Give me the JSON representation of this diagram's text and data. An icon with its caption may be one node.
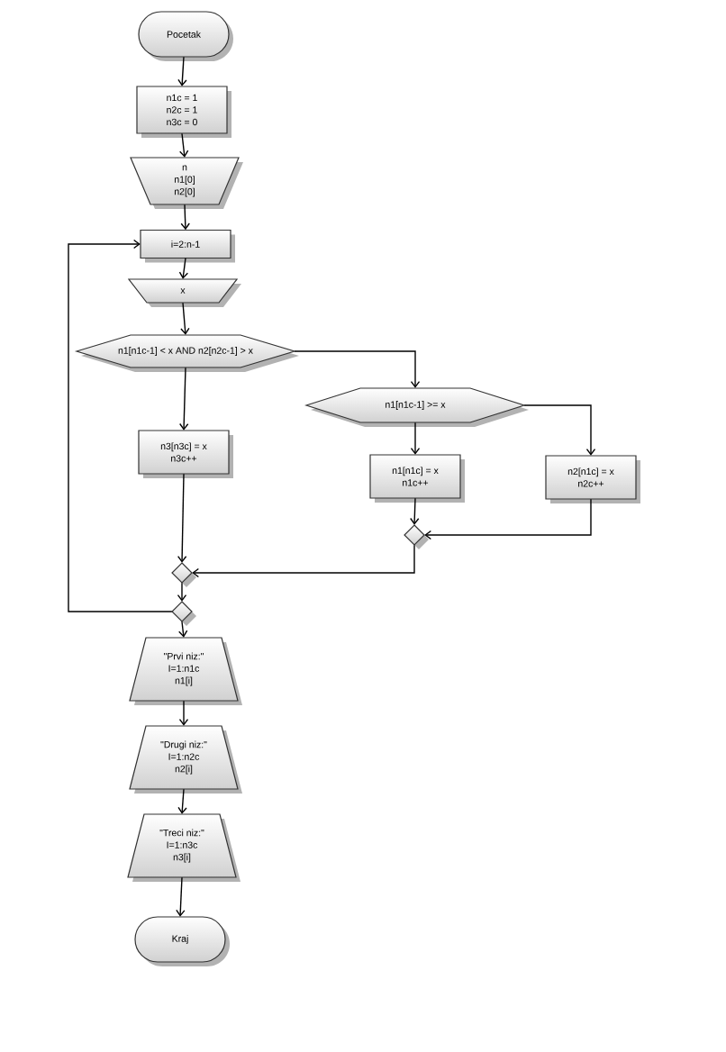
{
  "diagram": {
    "nodes": [
      {
        "text": [
          "Pocetak"
        ]
      },
      {
        "text": [
          "n1c = 1",
          "n2c = 1",
          "n3c = 0"
        ]
      },
      {
        "text": [
          "n",
          "n1[0]",
          "n2[0]"
        ]
      },
      {
        "text": [
          "i=2:n-1"
        ]
      },
      {
        "text": [
          "x"
        ]
      },
      {
        "text": [
          "n1[n1c-1] < x AND n2[n2c-1] > x"
        ]
      },
      {
        "text": [
          "n1[n1c-1] >= x"
        ]
      },
      {
        "text": [
          "n3[n3c] = x",
          "n3c++"
        ]
      },
      {
        "text": [
          "n1[n1c] = x",
          "n1c++"
        ]
      },
      {
        "text": [
          "n2[n1c] = x",
          "n2c++"
        ]
      },
      {
        "text": [],
        "shape": "diamond"
      },
      {
        "text": [],
        "shape": "diamond"
      },
      {
        "text": [],
        "shape": "diamond"
      },
      {
        "text": [
          "\"Prvi niz:\"",
          "I=1:n1c",
          "n1[i]"
        ]
      },
      {
        "text": [
          "\"Drugi niz:\"",
          "I=1:n2c",
          "n2[i]"
        ]
      },
      {
        "text": [
          "\"Treci niz:\"",
          "I=1:n3c",
          "n3[i]"
        ]
      },
      {
        "text": [
          "Kraj"
        ]
      }
    ],
    "edges": [
      {
        "from": 0,
        "to": 1,
        "arrow": "to"
      },
      {
        "from": 1,
        "to": 2,
        "arrow": "to"
      },
      {
        "from": 2,
        "to": 3,
        "arrow": "to"
      },
      {
        "from": 3,
        "to": 4,
        "arrow": "to"
      },
      {
        "from": 4,
        "to": 5,
        "arrow": "to"
      },
      {
        "from": 5,
        "to": 6,
        "arrow": "to"
      },
      {
        "from": 5,
        "to": 7,
        "arrow": "to"
      },
      {
        "from": 6,
        "to": 8,
        "arrow": "to"
      },
      {
        "from": 6,
        "to": 9,
        "arrow": "to"
      },
      {
        "from": 8,
        "to": 10,
        "arrow": "to"
      },
      {
        "from": 9,
        "to": 10,
        "arrow": "to"
      },
      {
        "from": 7,
        "to": 11,
        "arrow": "to"
      },
      {
        "from": 10,
        "to": 11,
        "arrow": "to"
      },
      {
        "from": 11,
        "to": 12,
        "arrow": "to"
      },
      {
        "from": 12,
        "to": 3,
        "arrow": "to"
      },
      {
        "from": 12,
        "to": 13,
        "arrow": "to"
      },
      {
        "from": 13,
        "to": 14,
        "arrow": "to"
      },
      {
        "from": 14,
        "to": 15,
        "arrow": "to"
      },
      {
        "from": 15,
        "to": 16,
        "arrow": "to"
      }
    ]
  }
}
